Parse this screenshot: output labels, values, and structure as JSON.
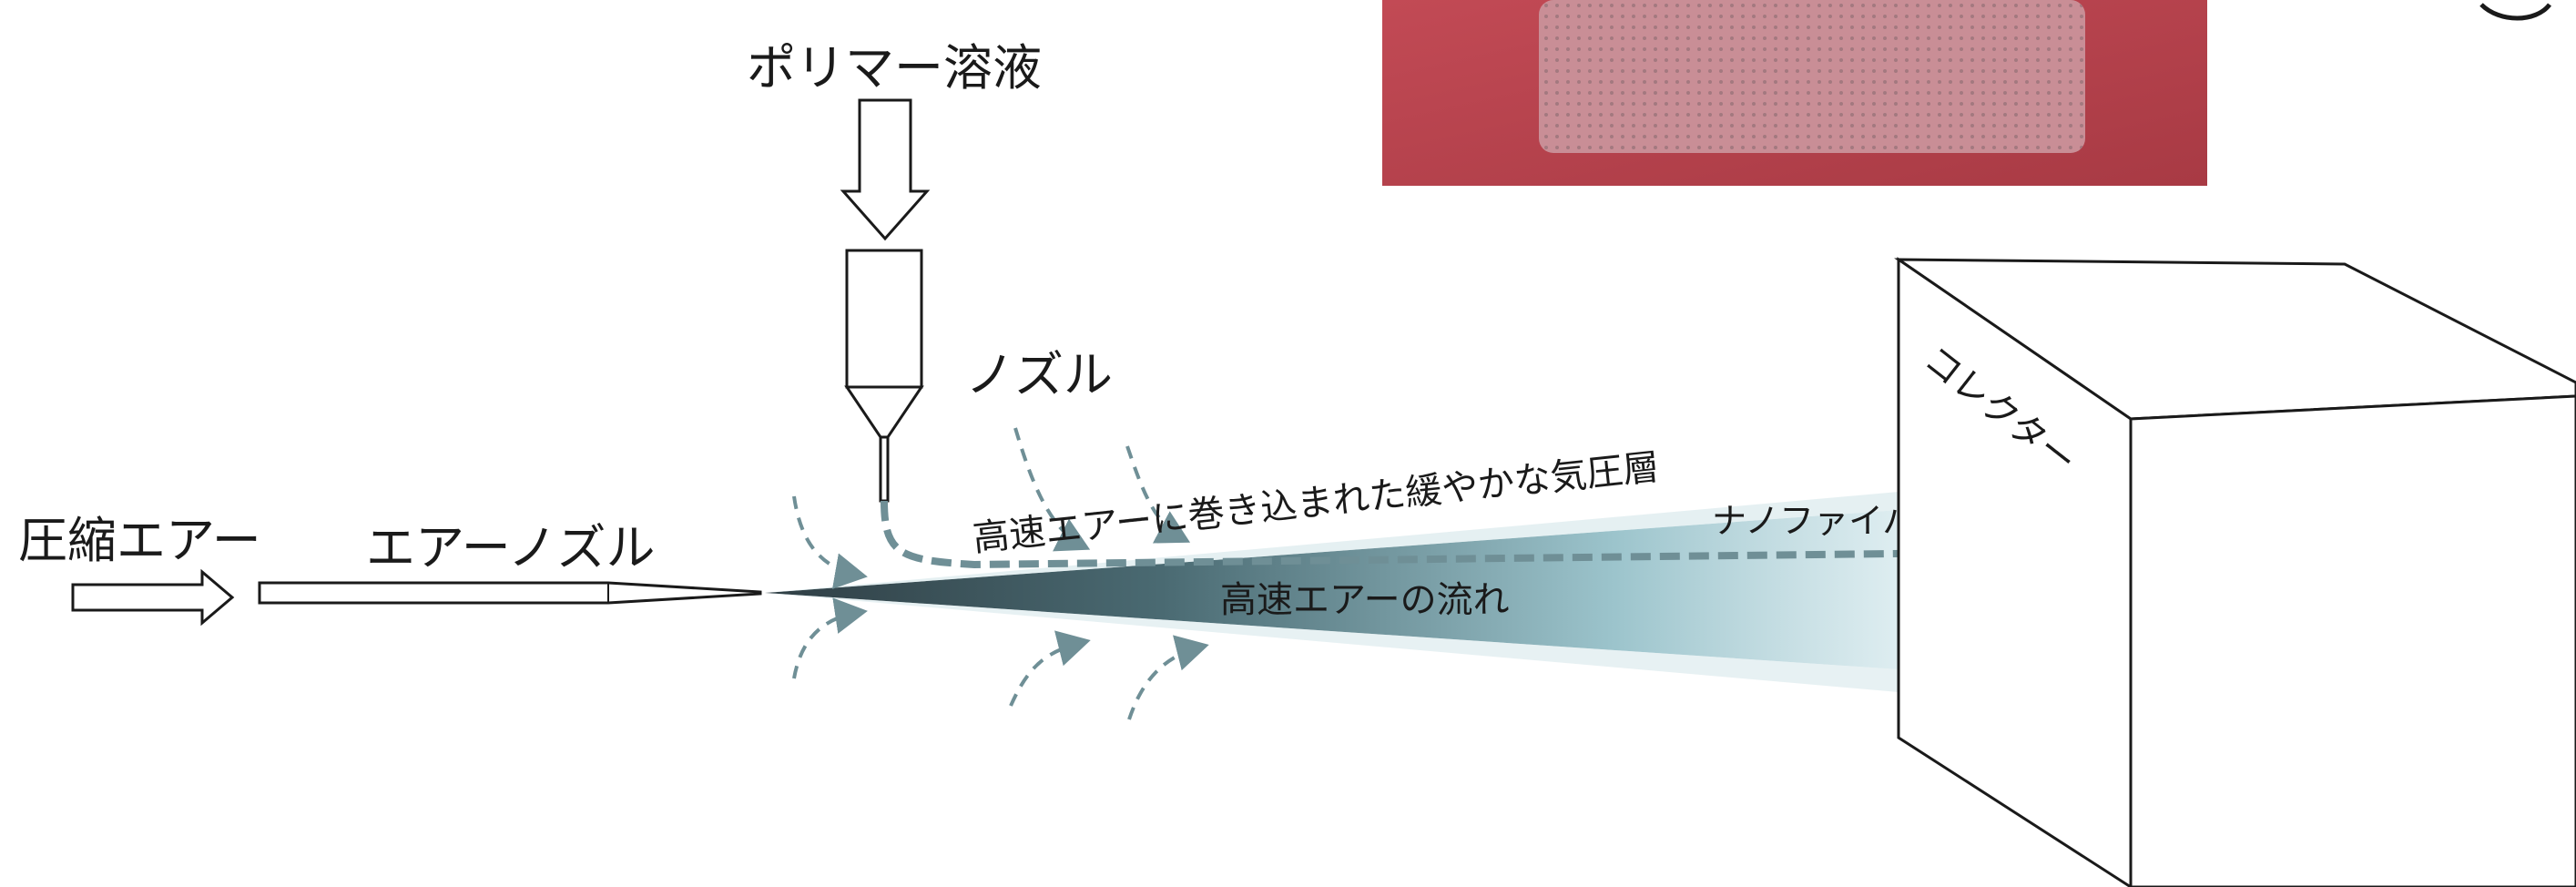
{
  "labels": {
    "polymer_solution": "ポリマー溶液",
    "nozzle": "ノズル",
    "compressed_air": "圧縮エアー",
    "air_nozzle": "エアーノズル",
    "slow_air_layer": "高速エアーに巻き込まれた緩やかな気圧層",
    "nanofiber": "ナノファイバー",
    "high_speed_flow": "高速エアーの流れ",
    "collector": "コレクター"
  },
  "colors": {
    "line": "#1a1a1a",
    "dash_arrow": "#6f8f96",
    "stream_dark": "#33444a",
    "stream_light": "#cfe4e8",
    "photo_red": "#b8474f",
    "photo_patch": "#c99aa0"
  },
  "photo": {
    "shown": "red nonwoven fabric photo (cropped)"
  }
}
